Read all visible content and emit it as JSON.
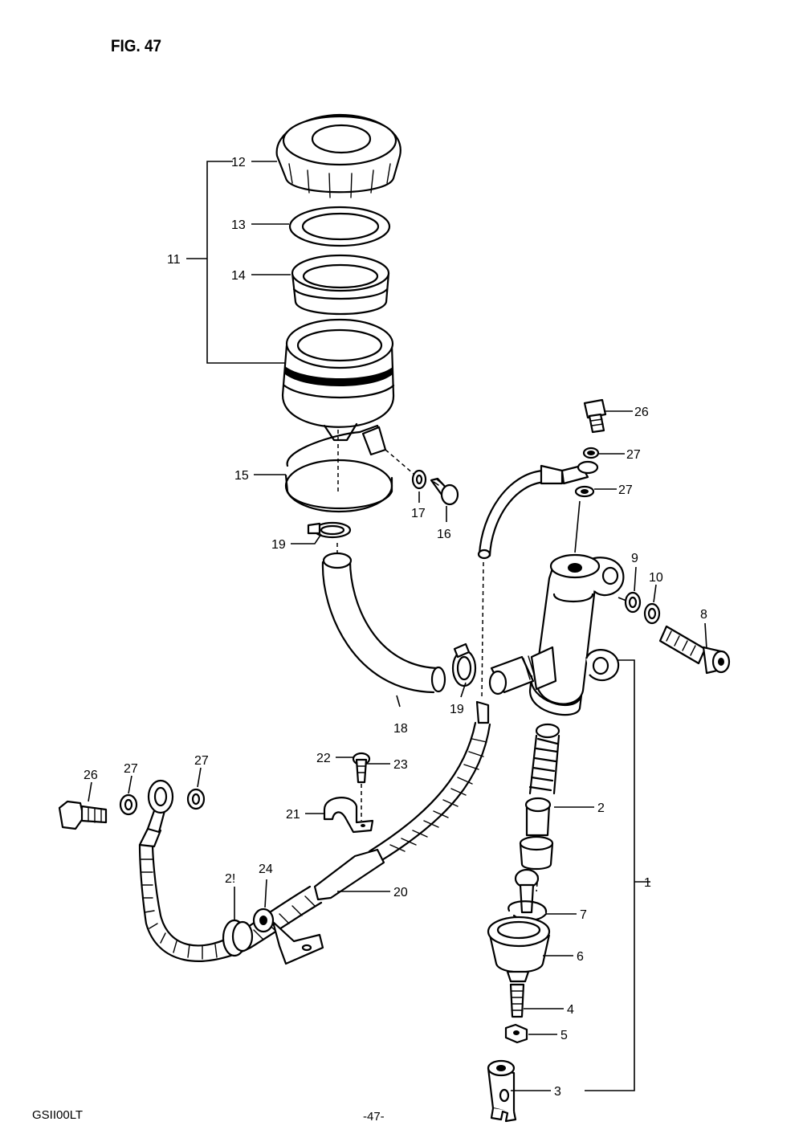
{
  "figure": {
    "title": "FIG. 47",
    "model": "GSII00LT",
    "page": "-47-"
  },
  "callouts": [
    {
      "id": "c1",
      "text": "1"
    },
    {
      "id": "c2",
      "text": "2"
    },
    {
      "id": "c3",
      "text": "3"
    },
    {
      "id": "c4",
      "text": "4"
    },
    {
      "id": "c5",
      "text": "5"
    },
    {
      "id": "c6",
      "text": "6"
    },
    {
      "id": "c7",
      "text": "7"
    },
    {
      "id": "c8",
      "text": "8"
    },
    {
      "id": "c9",
      "text": "9"
    },
    {
      "id": "c10",
      "text": "10"
    },
    {
      "id": "c11",
      "text": "11"
    },
    {
      "id": "c12",
      "text": "12"
    },
    {
      "id": "c13",
      "text": "13"
    },
    {
      "id": "c14",
      "text": "14"
    },
    {
      "id": "c15",
      "text": "15"
    },
    {
      "id": "c16",
      "text": "16"
    },
    {
      "id": "c17",
      "text": "17"
    },
    {
      "id": "c18",
      "text": "18"
    },
    {
      "id": "c19a",
      "text": "19"
    },
    {
      "id": "c19b",
      "text": "19"
    },
    {
      "id": "c20",
      "text": "20"
    },
    {
      "id": "c21",
      "text": "21"
    },
    {
      "id": "c22",
      "text": "22"
    },
    {
      "id": "c23",
      "text": "23"
    },
    {
      "id": "c24",
      "text": "24"
    },
    {
      "id": "c25",
      "text": "2!"
    },
    {
      "id": "c26a",
      "text": "26"
    },
    {
      "id": "c26b",
      "text": "26"
    },
    {
      "id": "c27a",
      "text": "27"
    },
    {
      "id": "c27b",
      "text": "27"
    },
    {
      "id": "c27c",
      "text": "27"
    },
    {
      "id": "c27d",
      "text": "27"
    }
  ]
}
